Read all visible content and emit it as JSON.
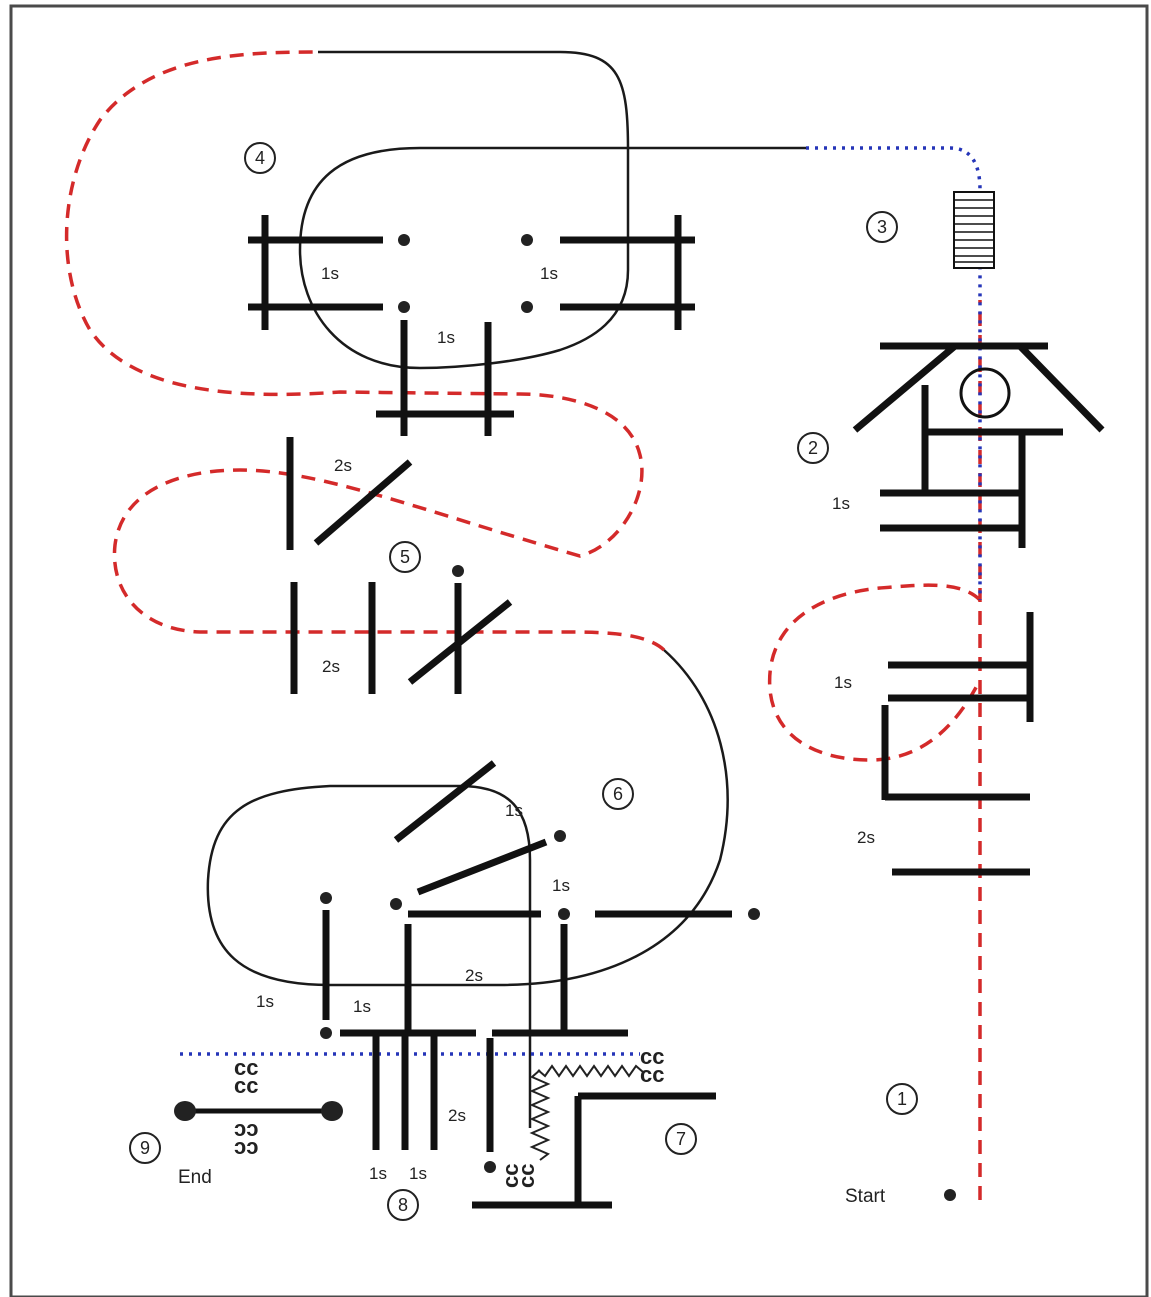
{
  "labels": {
    "start": "Start",
    "end": "End",
    "one_s": "1s",
    "two_s": "2s"
  },
  "stations": [
    "1",
    "2",
    "3",
    "4",
    "5",
    "6",
    "7",
    "8",
    "9"
  ],
  "colors": {
    "primary_path": "#d42a2a",
    "secondary_path": "#2535b8",
    "jump_elements": "#111111",
    "tunnel": "#1a1a1a"
  },
  "icons": {
    "ladder": "ladder-icon",
    "ring": "tire-icon",
    "spring": "spring-icon",
    "coil": "coil-icon"
  }
}
